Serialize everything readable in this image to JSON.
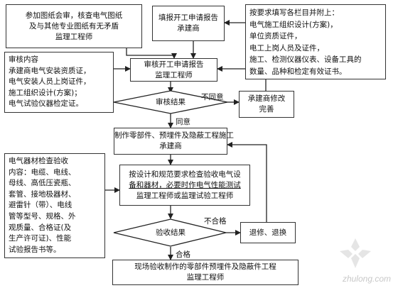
{
  "boxes": {
    "supervisor_review": [
      "参加图纸会审，核查电气图纸",
      "及与其他专业图纸有无矛盾",
      "监理工程师"
    ],
    "submit_report": [
      "填报开工申请报告",
      "承建商"
    ],
    "attach_items": [
      "按要求填写各栏目并附上：",
      "电气施工组织设计(方案)，",
      "单位资质证件，",
      "电工上岗人员及证件，",
      "施工、检测仪器仪表、设备工具的",
      "数量、品种和检定有效证书。"
    ],
    "review_content": [
      "审核内容",
      "承建商电气安装资质证，",
      "电气安装人员上岗证件，",
      "施工组织设计(方案)；",
      "电气试验仪器检定证。"
    ],
    "review_report": [
      "审核开工申请报告",
      "监理工程师"
    ],
    "contractor_revise": [
      "承建商修改",
      "完善"
    ],
    "make_parts": [
      "制作零部件、预埋件及隐蔽工程施工",
      "承建商"
    ],
    "material_check": [
      "电气器材检查验收",
      "内容：电缆、电线、",
      "母线、高低压瓷瓶、",
      "套管、接地极器材、",
      "避雷针（带）、电线",
      "管等型号、规格、外",
      "观质量、合格证(及",
      "生产许可证)、性能",
      "试验报告书等。"
    ],
    "inspect_design": [
      "按设计和规范要求检查验收电气设",
      "备和器材，必要时作电气性能测试",
      "监理工程师或监理试验工程师"
    ],
    "return_replace": [
      "退修、退换"
    ],
    "field_acceptance": [
      "现场验收制作的零部件预埋件及隐蔽件工程",
      "监理工程师"
    ]
  },
  "diamonds": {
    "review_result": "审核结果",
    "acceptance_result": "验收结果"
  },
  "edge_labels": {
    "disagree": "不同意",
    "agree": "同意",
    "fail": "不合格",
    "pass": "合格"
  },
  "watermark": "zhulong.com"
}
